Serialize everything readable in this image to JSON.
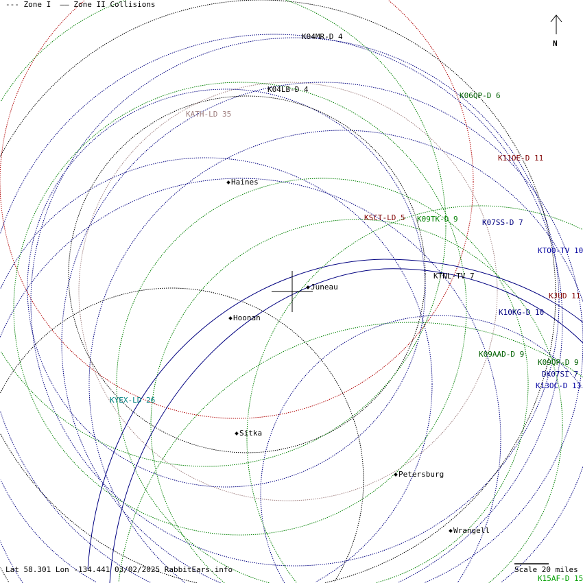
{
  "legend": {
    "zone1": "--- Zone I",
    "zone2": "—— Zone II Collisions"
  },
  "north_label": "N",
  "footer": "Lat 58.301 Lon -134.441 03/02/2025 RabbitEars.info",
  "scale_label": "Scale 20 miles",
  "stations": [
    {
      "label": "K04MR-D 4",
      "color": "#000000"
    },
    {
      "label": "K04LB-D 4",
      "color": "#000000"
    },
    {
      "label": "KATH-LD 35",
      "color": "#a08080"
    },
    {
      "label": "K06QP-D 6",
      "color": "#006000"
    },
    {
      "label": "K11OE-D 11",
      "color": "#800000"
    },
    {
      "label": "KSCT-LD 5",
      "color": "#800000"
    },
    {
      "label": "K09TK-D 9",
      "color": "#008000"
    },
    {
      "label": "K07SS-D 7",
      "color": "#000080"
    },
    {
      "label": "KTOO-TV 10",
      "color": "#0000a0"
    },
    {
      "label": "KTNL-TV 7",
      "color": "#000000"
    },
    {
      "label": "KJUD 11",
      "color": "#800000"
    },
    {
      "label": "K10KG-D 10",
      "color": "#000080"
    },
    {
      "label": "K09AAD-D 9",
      "color": "#006000"
    },
    {
      "label": "DK07SI 7",
      "color": "#000080"
    },
    {
      "label": "K09QP-D 9",
      "color": "#006000"
    },
    {
      "label": "K13OC-D 13",
      "color": "#0000a0"
    },
    {
      "label": "KYEX-LD 26",
      "color": "#008080"
    },
    {
      "label": "K15AF-D 15",
      "color": "#00a000"
    }
  ],
  "cities": [
    "Haines",
    "Juneau",
    "Hoonah",
    "Sitka",
    "Petersburg",
    "Wrangell"
  ]
}
